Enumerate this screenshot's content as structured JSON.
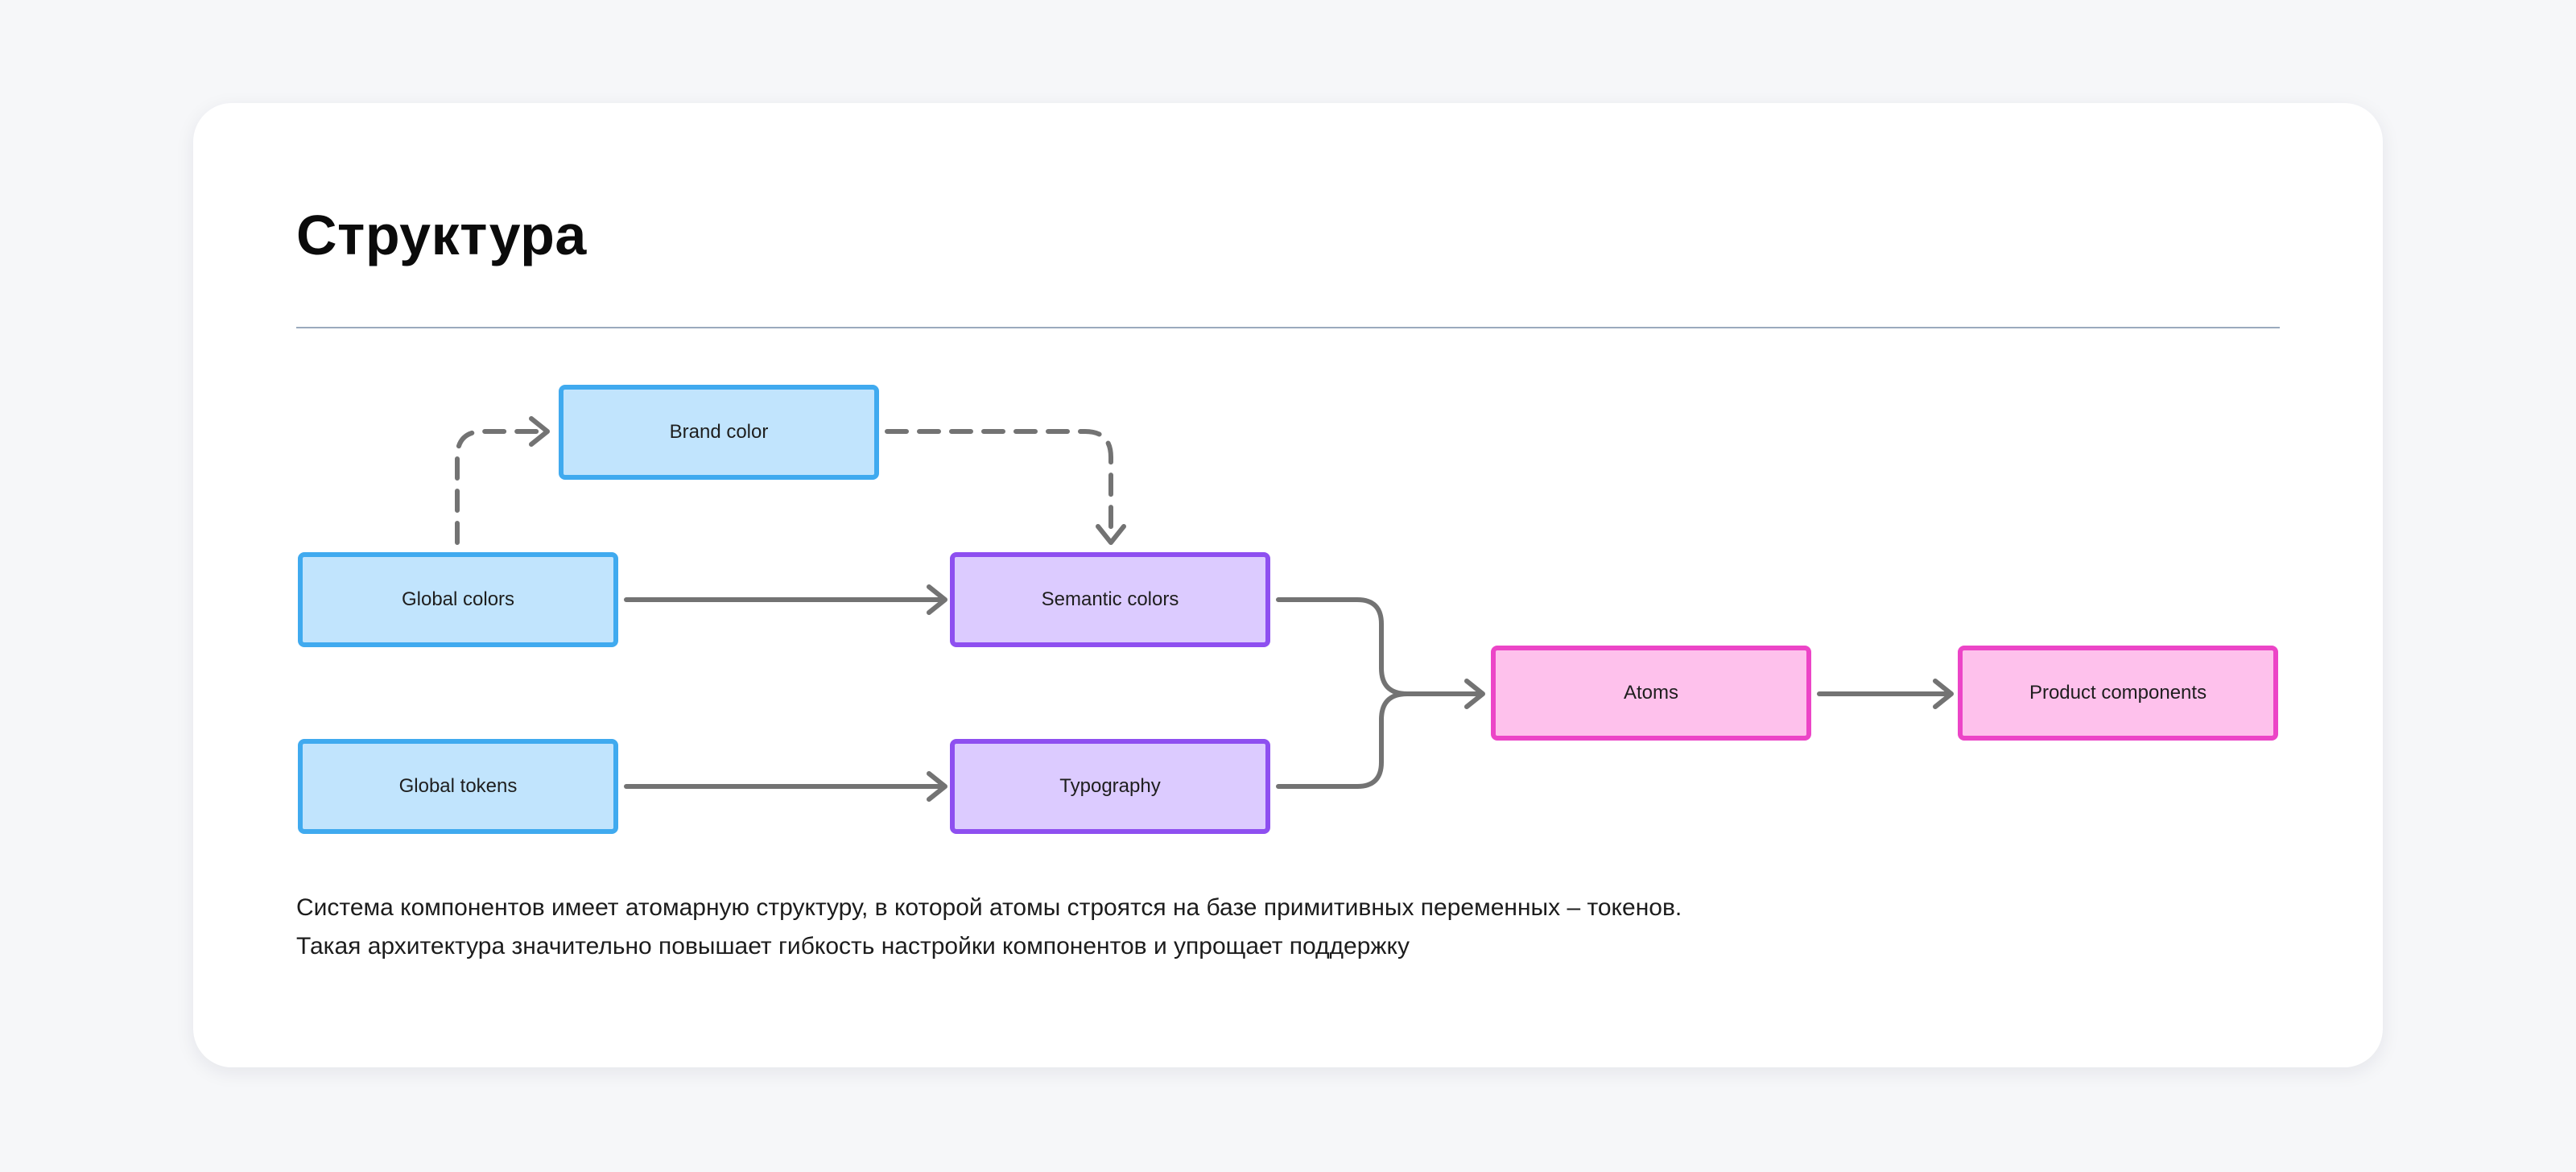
{
  "title": "Структура",
  "nodes": {
    "brand_color": "Brand color",
    "global_colors": "Global colors",
    "global_tokens": "Global tokens",
    "semantic_colors": "Semantic colors",
    "typography": "Typography",
    "atoms": "Atoms",
    "product_components": "Product components"
  },
  "description": {
    "line1": "Система компонентов имеет атомарную структуру, в которой атомы строятся на базе примитивных переменных – токенов.",
    "line2": "Такая архитектура значительно повышает гибкость настройки компонентов и упрощает поддержку"
  },
  "colors": {
    "background": "#f6f7f9",
    "card": "#ffffff",
    "divider": "#9aaabd",
    "connector": "#737373",
    "blue_fill": "#c1e4fd",
    "blue_border": "#40aaef",
    "purple_fill": "#dccbff",
    "purple_border": "#8e4ff0",
    "pink_fill": "#fec1ec",
    "pink_border": "#ec45c7"
  }
}
